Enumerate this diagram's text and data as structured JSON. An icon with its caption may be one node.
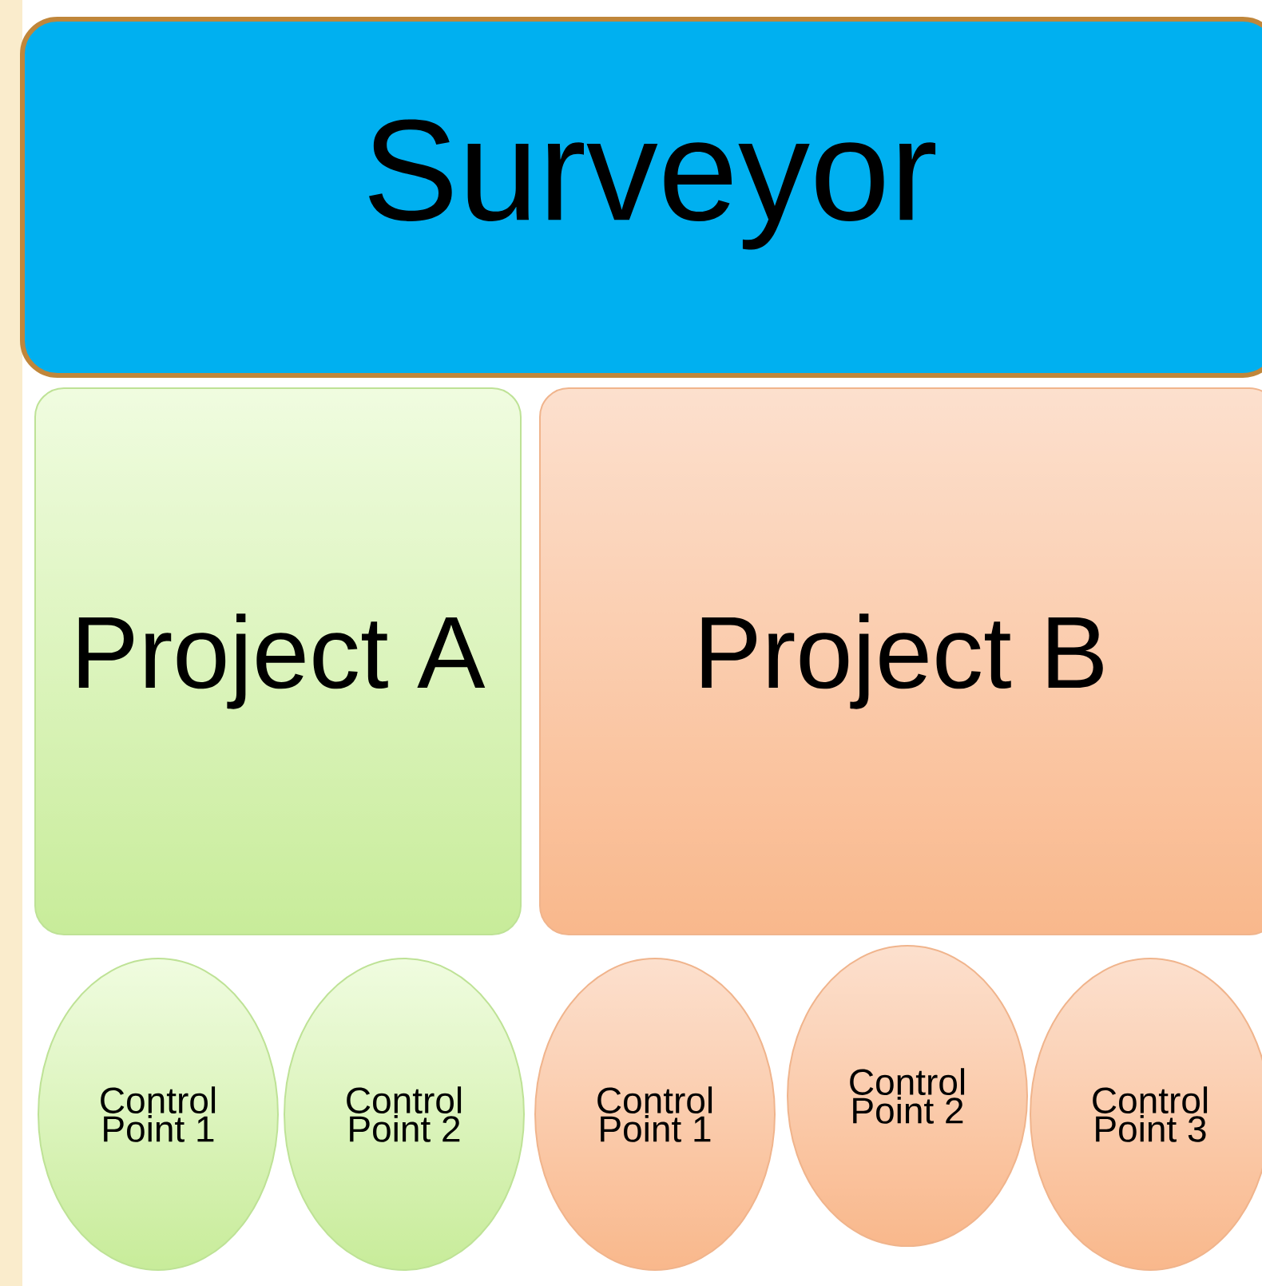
{
  "diagram": {
    "nodes": [
      {
        "text": [
          "Surveyor"
        ]
      },
      {
        "text": [
          "Project A"
        ]
      },
      {
        "text": [
          "Project B"
        ]
      },
      {
        "text": [
          "Control Point 1"
        ]
      },
      {
        "text": [
          "Control Point 2"
        ]
      },
      {
        "text": [
          "Control Point 1"
        ]
      },
      {
        "text": [
          "Control Point 2"
        ]
      },
      {
        "text": [
          "Control Point 3"
        ]
      }
    ]
  }
}
